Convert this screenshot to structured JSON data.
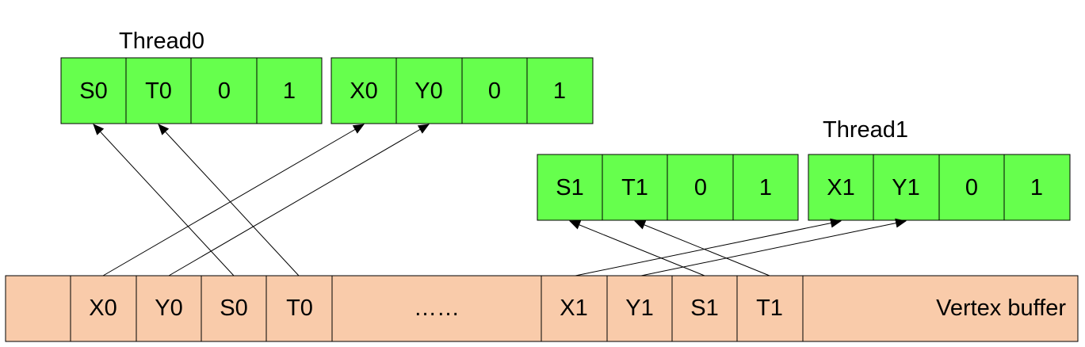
{
  "colors": {
    "register_fill": "#66ff4d",
    "buffer_fill": "#f9cbaa",
    "stroke": "#000000",
    "arrow": "#000000"
  },
  "thread0": {
    "label": "Thread0",
    "reg_a": [
      "S0",
      "T0",
      "0",
      "1"
    ],
    "reg_b": [
      "X0",
      "Y0",
      "0",
      "1"
    ]
  },
  "thread1": {
    "label": "Thread1",
    "reg_a": [
      "S1",
      "T1",
      "0",
      "1"
    ],
    "reg_b": [
      "X1",
      "Y1",
      "0",
      "1"
    ]
  },
  "buffer": {
    "cells": [
      "",
      "X0",
      "Y0",
      "S0",
      "T0",
      "……",
      "X1",
      "Y1",
      "S1",
      "T1"
    ],
    "label": "Vertex buffer"
  }
}
